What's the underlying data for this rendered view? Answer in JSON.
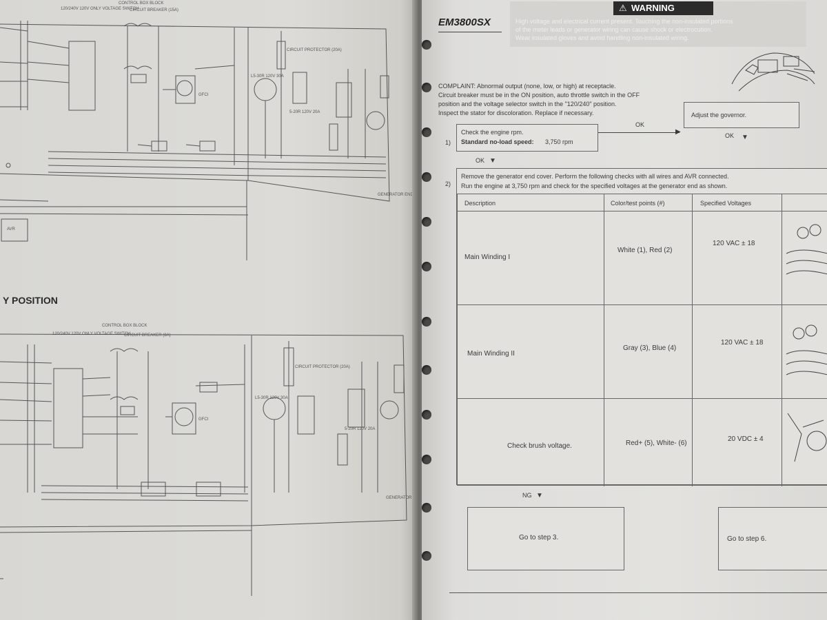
{
  "left_page": {
    "diagram1_title": "CONTROL BOX BLOCK",
    "diagram2_title": "CONTROL BOX BLOCK",
    "section_heading": "Y POSITION",
    "labels": {
      "volt_switch": "120/240V 120V ONLY VOLTAGE SWITCH",
      "breaker_1": "CIRCUIT BREAKER (15A)",
      "breaker_2": "CIRCUIT BREAKER (8A)",
      "gfci": "GFCI",
      "receptacle_locking": "L5-30R 120V 30A",
      "protector": "CIRCUIT PROTECTOR (20A)",
      "dup_receptacle": "5-20R 120V 20A",
      "avr": "AVR",
      "end_label": "GENERATOR END"
    }
  },
  "right_page": {
    "model": "EM3800SX",
    "warning": {
      "title": "WARNING",
      "text_lines": [
        "High voltage and electrical current present. Touching the non-insulated portions",
        "of the meter leads or generator wiring can cause shock or electrocution.",
        "Wear insulated gloves and avoid handling non-insulated wiring."
      ]
    },
    "complaint_lines": [
      "COMPLAINT: Abnormal output (none, low, or high) at receptacle.",
      "Circuit breaker must be in the ON position, auto throttle switch in the OFF",
      "position and the voltage selector switch in the \"120/240\" position.",
      "Inspect the stator for discoloration. Replace if necessary."
    ],
    "step1": {
      "number": "1)",
      "line1": "Check the engine rpm.",
      "bold": "Standard no-load speed:",
      "value": "3,750 rpm",
      "ok_right": "OK",
      "ok_down": "OK",
      "governor": "Adjust the governor.",
      "ok_governor": "OK"
    },
    "step2": {
      "number": "2)",
      "line1": "Remove the generator end cover. Perform the following checks with all wires and AVR connected.",
      "line2": "Run the engine at 3,750 rpm and check for the specified voltages at the generator end as shown.",
      "headers": [
        "Description",
        "Color/test points (#)",
        "Specified Voltages"
      ],
      "rows": [
        {
          "description": "Main Winding I",
          "points": "White (1), Red (2)",
          "voltage": "120 VAC ± 18"
        },
        {
          "description": "Main Winding II",
          "points": "Gray (3), Blue (4)",
          "voltage": "120 VAC ± 18"
        },
        {
          "description": "Check brush voltage.",
          "points": "Red+ (5), White- (6)",
          "voltage": "20 VDC ± 4"
        }
      ]
    },
    "ng_label": "NG",
    "goto_step3": "Go to step 3.",
    "goto_step6": "Go to step 6."
  }
}
